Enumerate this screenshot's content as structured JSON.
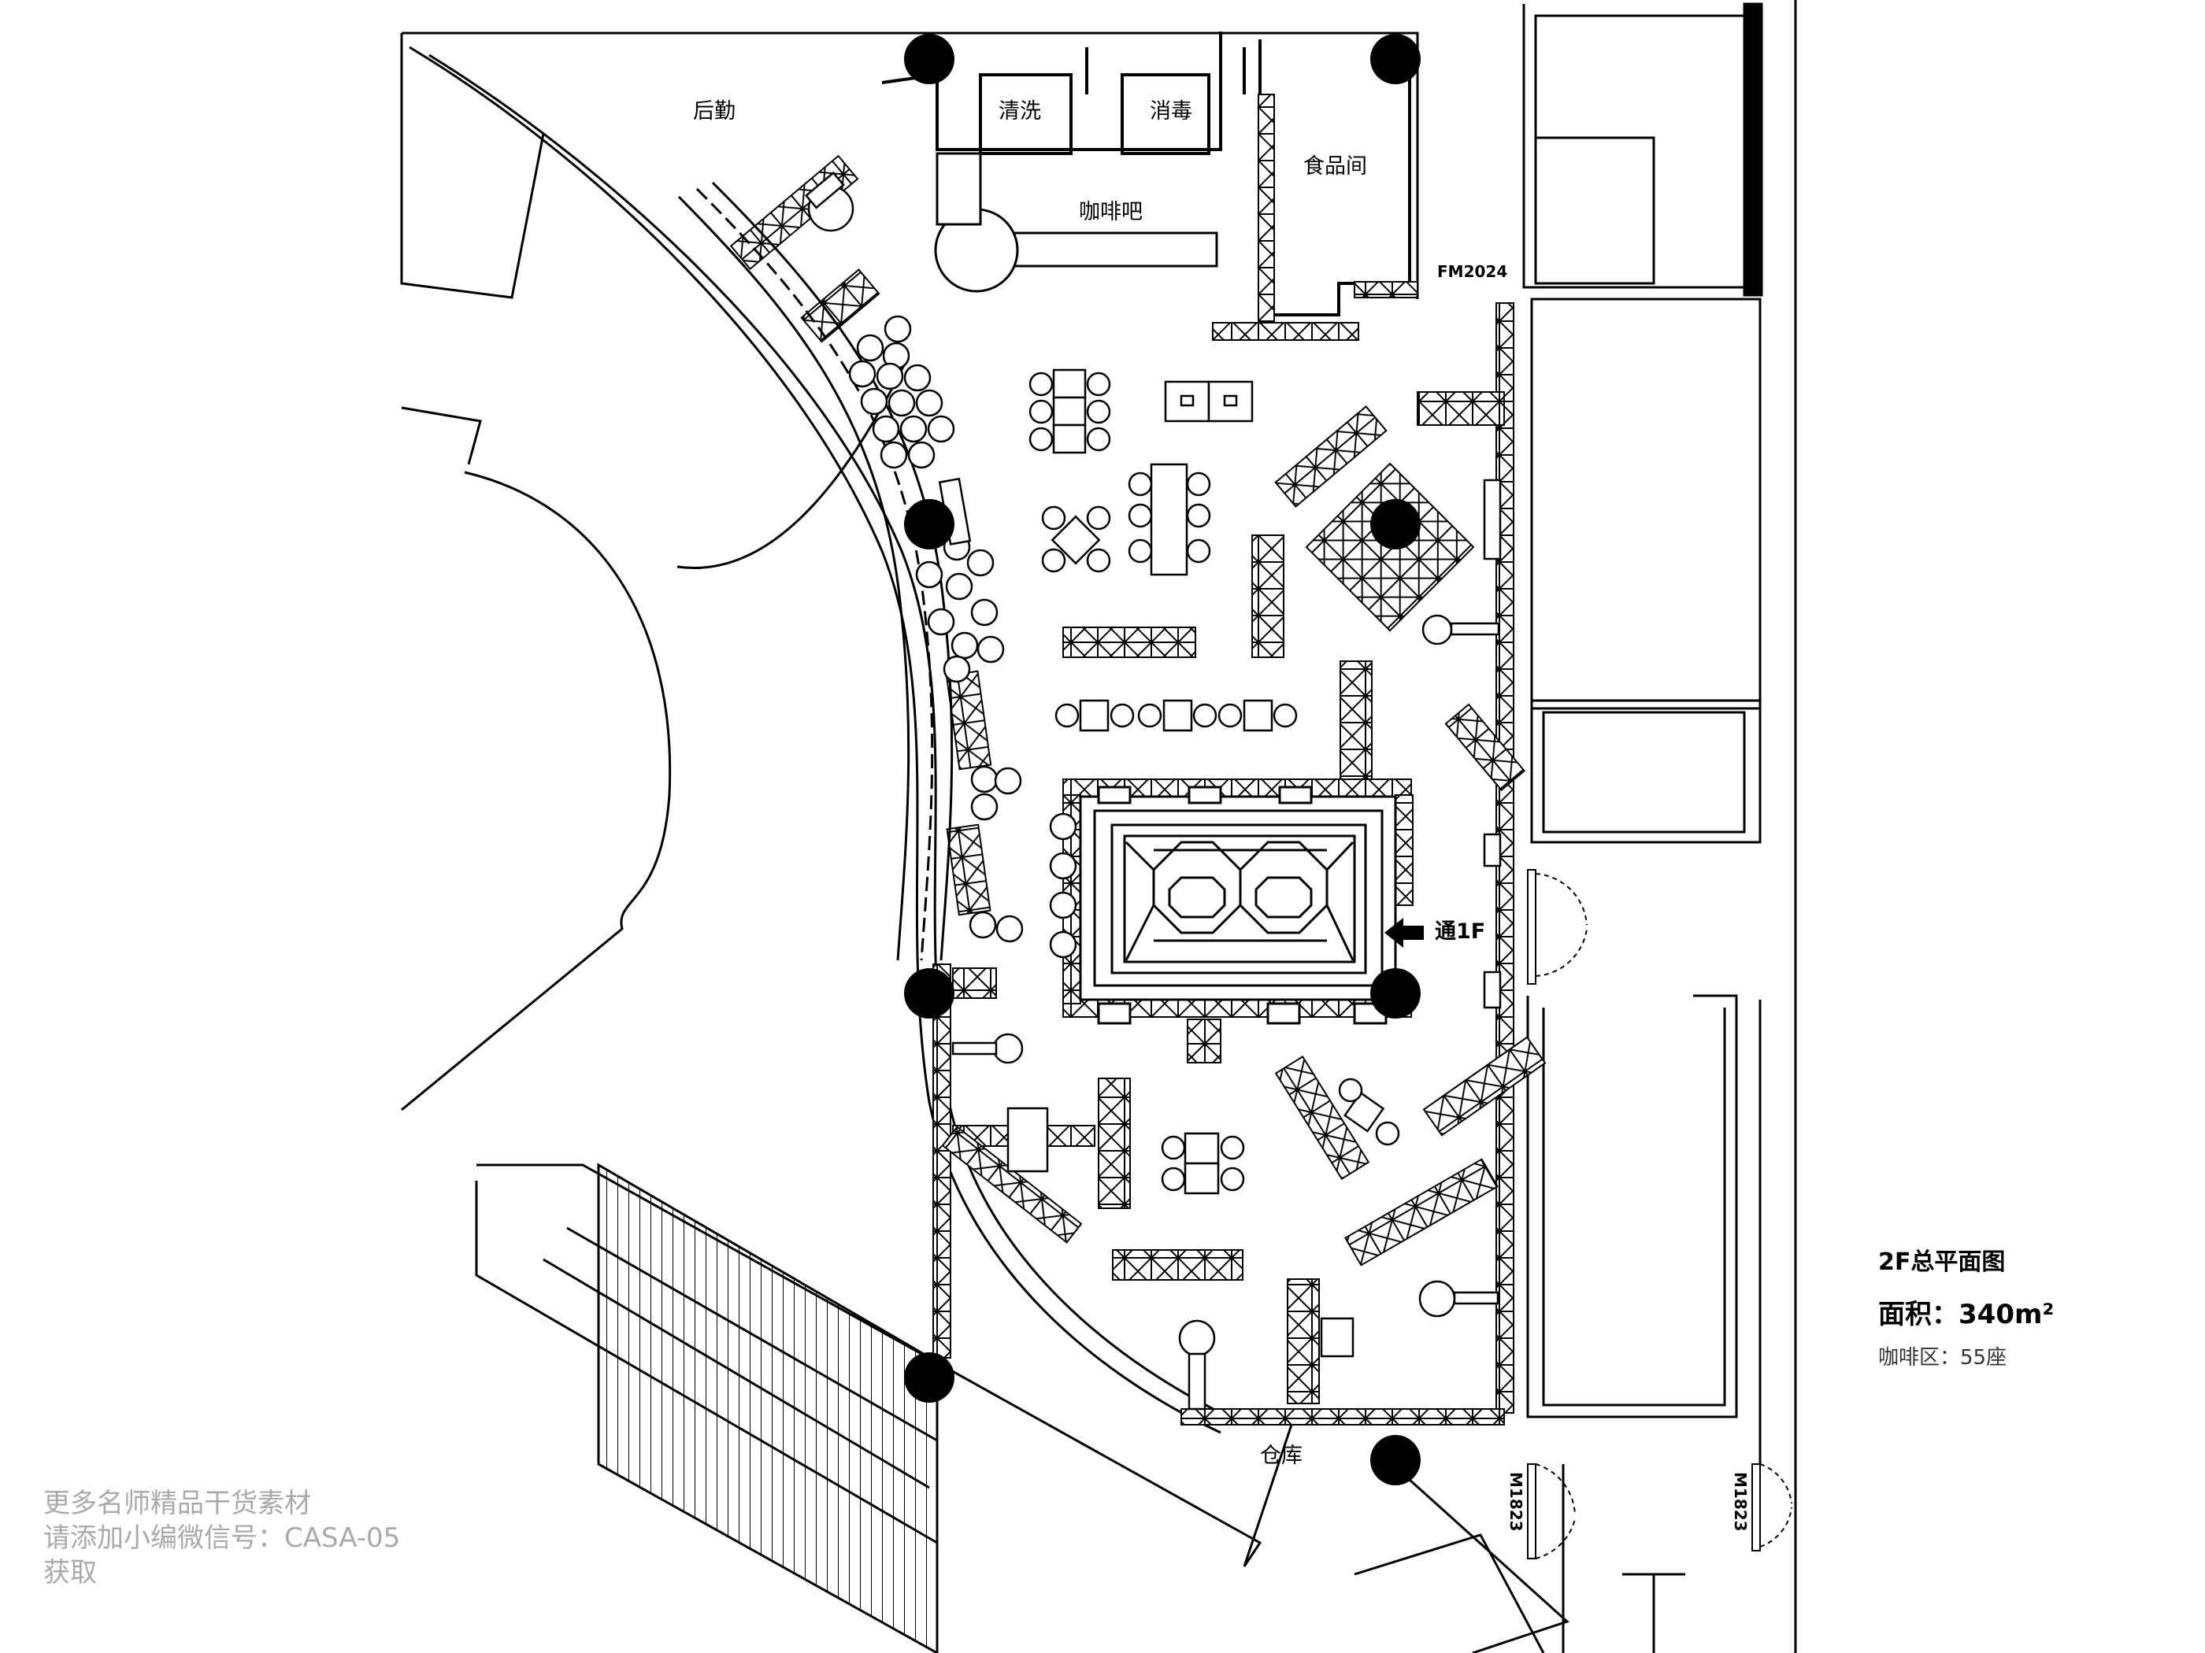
{
  "rooms": {
    "logistics": "后勤",
    "washing": "清洗",
    "disinfection": "消毒",
    "coffee_bar": "咖啡吧",
    "food_room": "食品间",
    "storage": "仓库"
  },
  "doors": {
    "fire_door": "FM2024",
    "door_left": "M1823",
    "door_right": "M1823"
  },
  "stairs_label": "通1F",
  "info": {
    "title": "2F总平面图",
    "area": "面积：340m²",
    "seats": "咖啡区：55座"
  },
  "watermark": {
    "line1": "更多名师精品干货素材",
    "line2": "请添加小编微信号：CASA-05",
    "line3": "获取"
  }
}
